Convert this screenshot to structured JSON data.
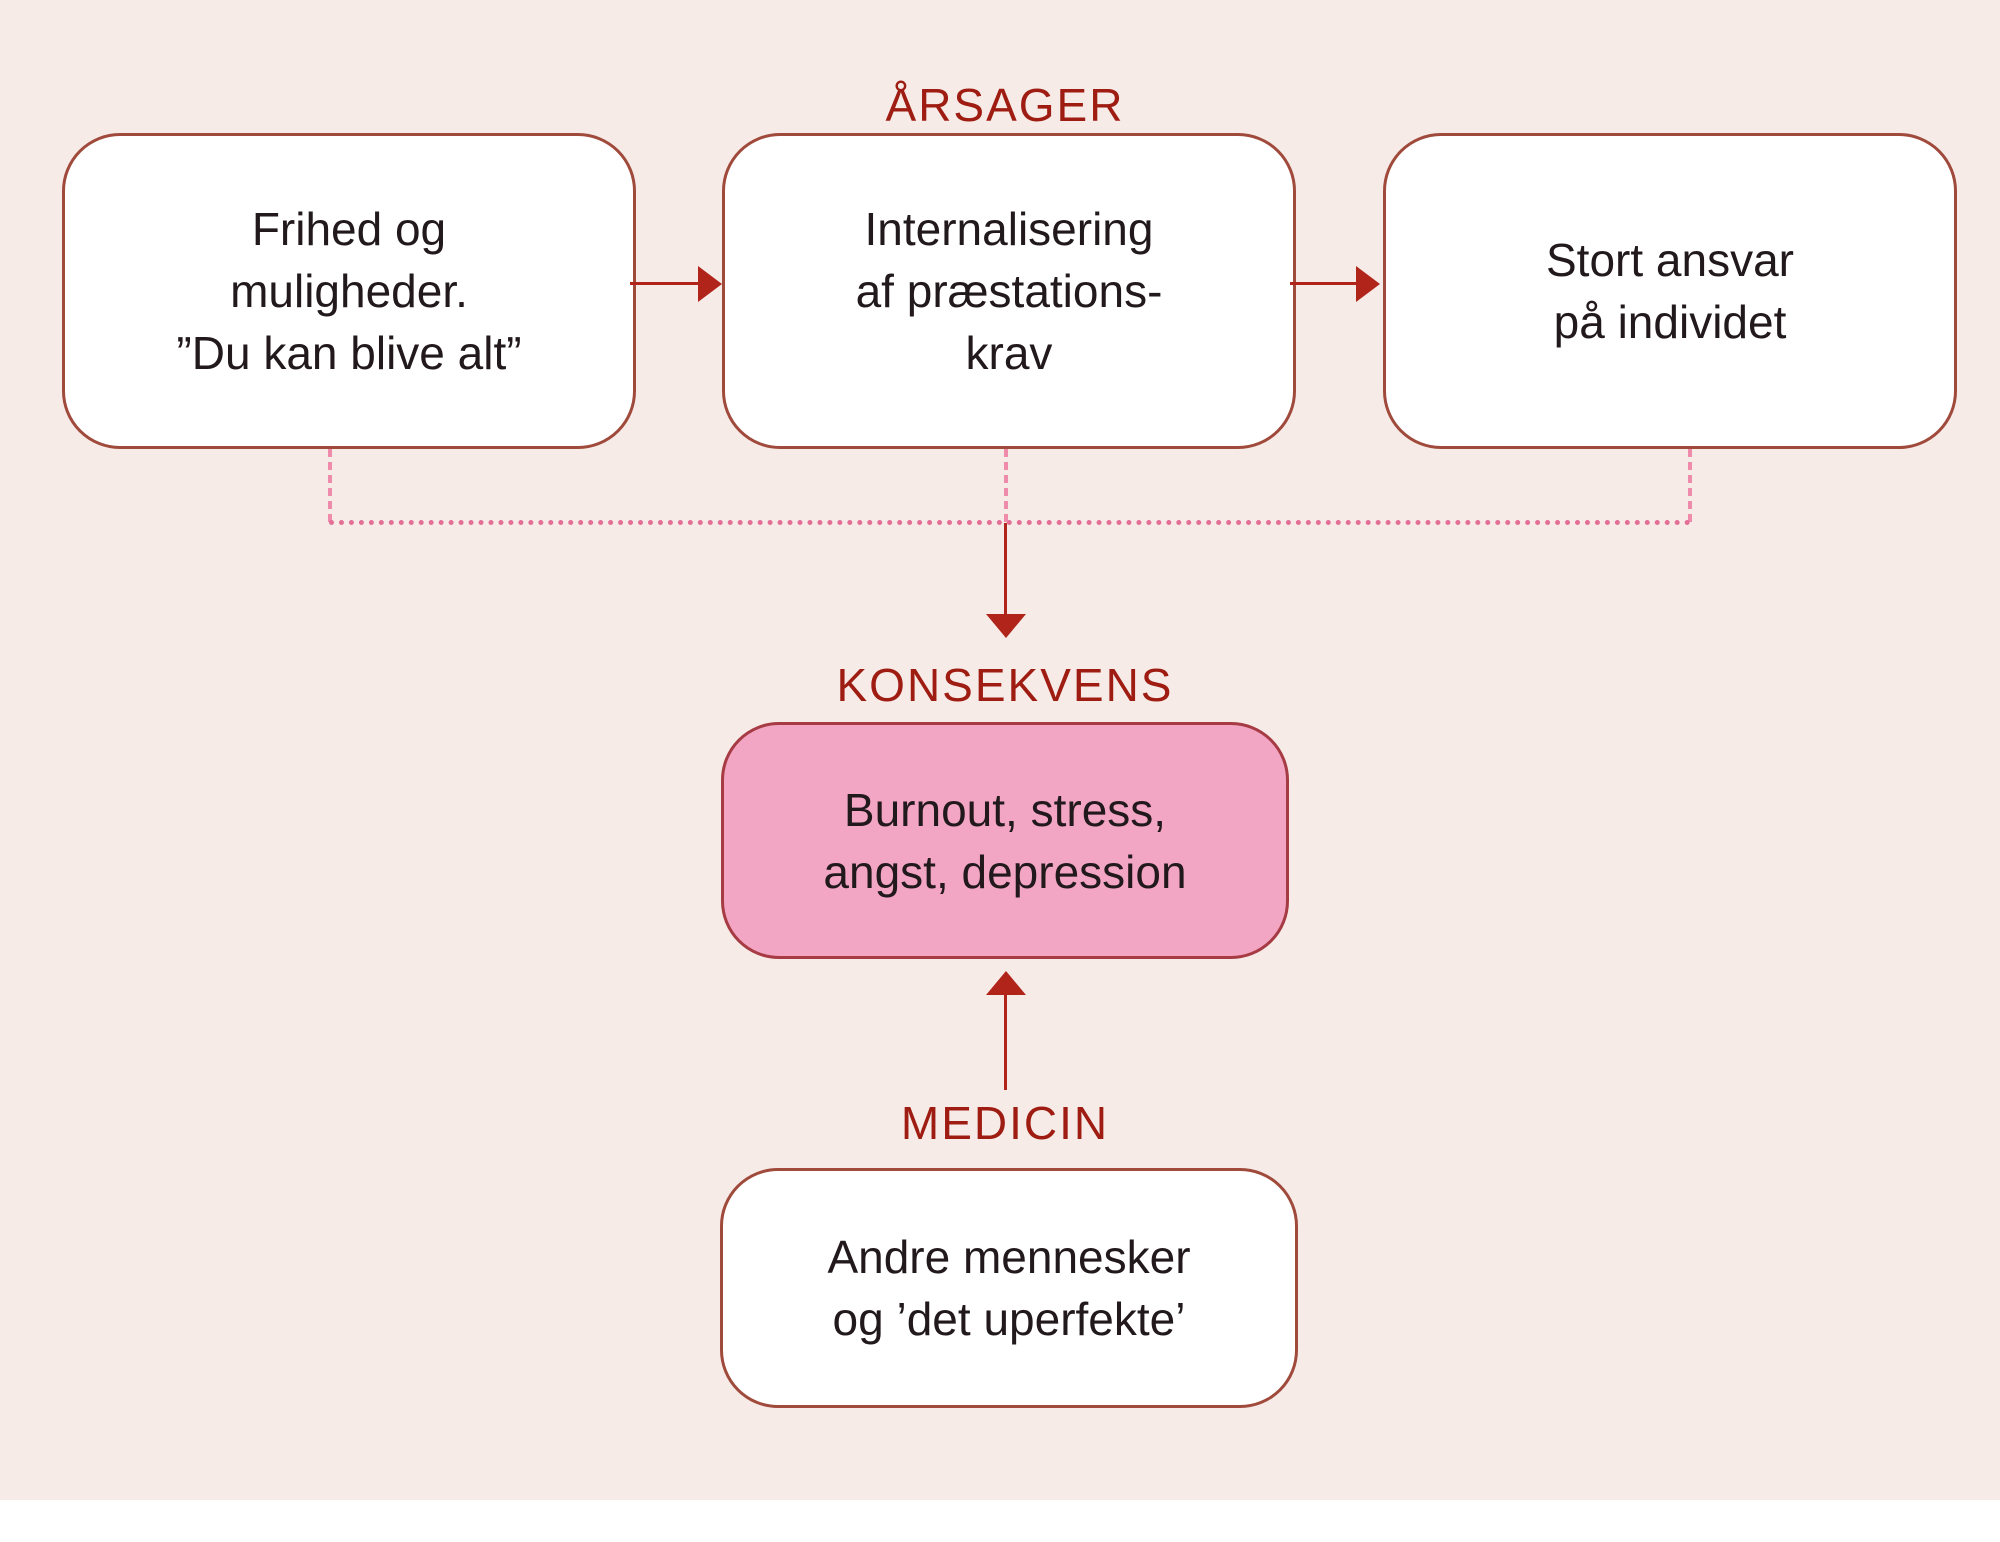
{
  "diagram": {
    "type": "flowchart",
    "language": "Danish",
    "topic": "Causes and consequences of performance pressure (burnout)"
  },
  "labels": {
    "causes": "ÅRSAGER",
    "consequence": "KONSEKVENS",
    "medicine": "MEDICIN"
  },
  "boxes": {
    "cause1": {
      "lines": [
        "Frihed og",
        "muligheder.",
        "”Du kan blive alt”"
      ]
    },
    "cause2": {
      "lines": [
        "Internalisering",
        "af præstations-",
        "krav"
      ]
    },
    "cause3": {
      "lines": [
        "Stort ansvar",
        "på individet"
      ]
    },
    "consequence": {
      "lines": [
        "Burnout, stress,",
        "angst, depression"
      ]
    },
    "medicine": {
      "lines": [
        "Andre mennesker",
        "og ’det uperfekte’"
      ]
    }
  },
  "colors": {
    "background": "#f7ebe8",
    "box_fill": "#ffffff",
    "box_border": "#a04a3c",
    "pink_box_fill": "#f3a5c4",
    "pink_box_border": "#a63b44",
    "label_red": "#9e1c11",
    "arrow_red": "#b0241a",
    "dashed_pink": "#f08cab",
    "dotted_pink": "#e36f97",
    "text": "#22191c",
    "footer": "#ffffff"
  }
}
